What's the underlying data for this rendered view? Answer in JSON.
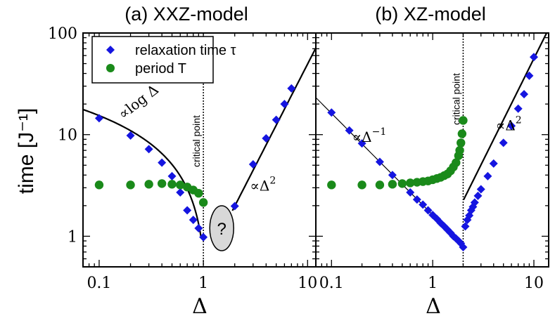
{
  "chart_data": [
    {
      "type": "scatter",
      "title": "(a) XXZ-model",
      "xlabel": "Δ",
      "ylabel": "time  [J⁻¹]",
      "xscale": "log",
      "yscale": "log",
      "xlim": [
        0.07,
        12
      ],
      "ylim": [
        0.5,
        100
      ],
      "xticks": [
        "0.1",
        "1",
        "10"
      ],
      "yticks": [
        "1",
        "10",
        "100"
      ],
      "critical_point": {
        "x": 1,
        "label": "critical point"
      },
      "legend": {
        "placement": "top-left",
        "entries": [
          "relaxation time τ",
          "period T"
        ]
      },
      "series": [
        {
          "name": "relaxation time τ",
          "marker": "diamond",
          "color": "#1515e0",
          "x": [
            0.1,
            0.2,
            0.3,
            0.4,
            0.5,
            0.6,
            0.7,
            0.8,
            0.9,
            1.0,
            2.0,
            3.0,
            4.0,
            5.0,
            6.0,
            7.0
          ],
          "y": [
            14.5,
            9.8,
            7.2,
            5.3,
            3.9,
            2.7,
            1.8,
            1.45,
            1.2,
            0.98,
            1.98,
            5.1,
            9.2,
            14.0,
            20.0,
            28.5
          ]
        },
        {
          "name": "period T",
          "marker": "circle",
          "color": "#1a8a1a",
          "x": [
            0.1,
            0.2,
            0.3,
            0.4,
            0.5,
            0.6,
            0.7,
            0.8,
            0.9,
            1.0
          ],
          "y": [
            3.2,
            3.2,
            3.25,
            3.3,
            3.25,
            3.2,
            3.05,
            2.85,
            2.65,
            2.15
          ]
        }
      ],
      "annotations": [
        {
          "text": "∝log Δ",
          "x": 0.17,
          "y": 14
        },
        {
          "text": "∝Δ",
          "superscript": "2",
          "x": 2.8,
          "y": 2.8
        },
        {
          "text": "?",
          "x": 1.5,
          "y": 1.2
        }
      ]
    },
    {
      "type": "scatter",
      "title": "(b) XZ-model",
      "xlabel": "Δ",
      "xscale": "log",
      "yscale": "log",
      "xlim": [
        0.07,
        14
      ],
      "ylim": [
        0.5,
        100
      ],
      "xticks": [
        "0.1",
        "1",
        "10"
      ],
      "critical_point": {
        "x": 2,
        "label": "critical point"
      },
      "series": [
        {
          "name": "relaxation time τ",
          "marker": "diamond",
          "color": "#1515e0",
          "x": [
            0.1,
            0.15,
            0.2,
            0.3,
            0.4,
            0.5,
            0.6,
            0.7,
            0.8,
            0.9,
            1.0,
            1.1,
            1.2,
            1.3,
            1.4,
            1.5,
            1.6,
            1.7,
            1.8,
            1.9,
            2.0,
            2.1,
            2.2,
            2.3,
            2.4,
            2.5,
            2.6,
            2.8,
            3.0,
            3.5,
            4.0,
            5.0,
            6.0,
            7.0,
            8.0,
            9.0,
            10.0
          ],
          "y": [
            16.5,
            11.0,
            8.2,
            5.4,
            4.0,
            3.3,
            2.7,
            2.3,
            2.05,
            1.8,
            1.62,
            1.48,
            1.35,
            1.25,
            1.16,
            1.08,
            1.0,
            0.95,
            0.9,
            0.85,
            0.78,
            1.25,
            1.45,
            1.6,
            1.8,
            1.95,
            2.15,
            2.5,
            2.9,
            3.9,
            5.2,
            8.3,
            12.2,
            18.0,
            25.0,
            38.0,
            58.0
          ]
        },
        {
          "name": "period T",
          "marker": "circle",
          "color": "#1a8a1a",
          "x": [
            0.1,
            0.2,
            0.3,
            0.4,
            0.5,
            0.6,
            0.7,
            0.8,
            0.9,
            1.0,
            1.1,
            1.2,
            1.3,
            1.4,
            1.5,
            1.6,
            1.7,
            1.8,
            1.85,
            1.9,
            1.95,
            2.0
          ],
          "y": [
            3.2,
            3.2,
            3.2,
            3.25,
            3.3,
            3.35,
            3.4,
            3.45,
            3.5,
            3.6,
            3.7,
            3.8,
            3.95,
            4.1,
            4.4,
            4.8,
            5.3,
            6.2,
            7.0,
            8.3,
            10.2,
            13.8
          ]
        }
      ],
      "annotations": [
        {
          "text": "∝Δ",
          "superscript": "−1",
          "x": 0.16,
          "y": 8.5
        },
        {
          "text": "∝Δ",
          "superscript": "2",
          "x": 4.2,
          "y": 11
        }
      ]
    }
  ]
}
